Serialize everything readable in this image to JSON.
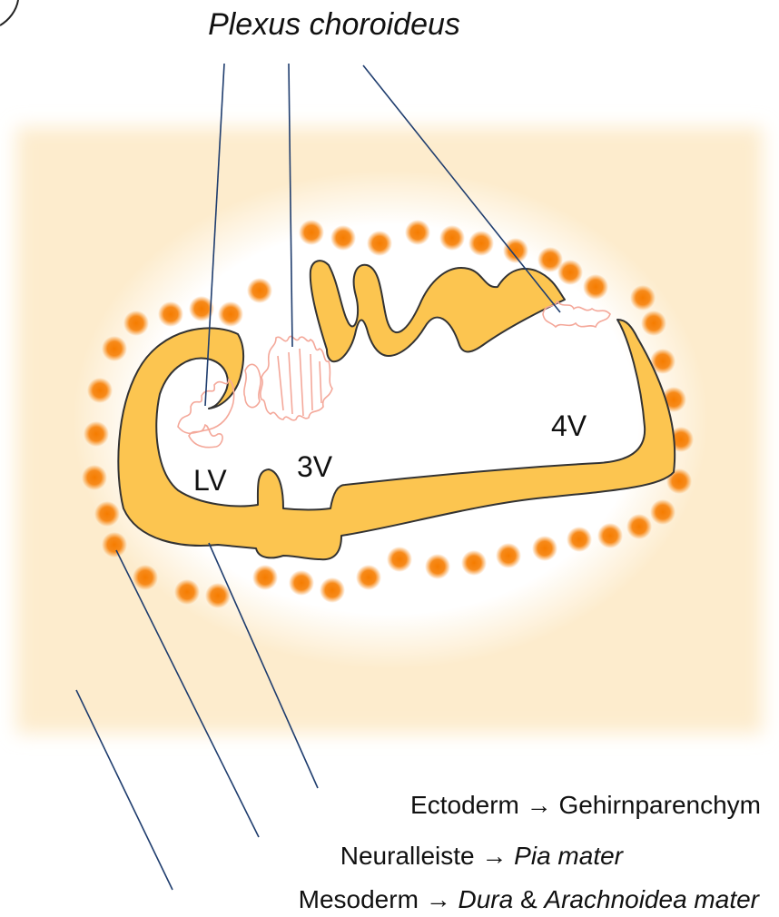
{
  "title": "Plexus choroideus",
  "ventricles": {
    "lateral": "LV",
    "third": "3V",
    "fourth": "4V"
  },
  "legend": {
    "ectoderm": {
      "source": "Ectoderm",
      "arrow": "→",
      "target": "Gehirnparenchym"
    },
    "neural_crest": {
      "source": "Neuralleiste",
      "arrow": "→",
      "target": "Pia mater"
    },
    "mesoderm": {
      "source": "Mesoderm",
      "arrow": "→",
      "target_1": "Dura",
      "connector": "&",
      "target_2": "Arachnoidea mater"
    }
  },
  "colors": {
    "mesoderm_bg": "#fdeccd",
    "neural_tube": "#fcc550",
    "neural_crest": "#f57c00",
    "plexus": "#f4a89a",
    "leader_lines": "#1f3d6e"
  }
}
